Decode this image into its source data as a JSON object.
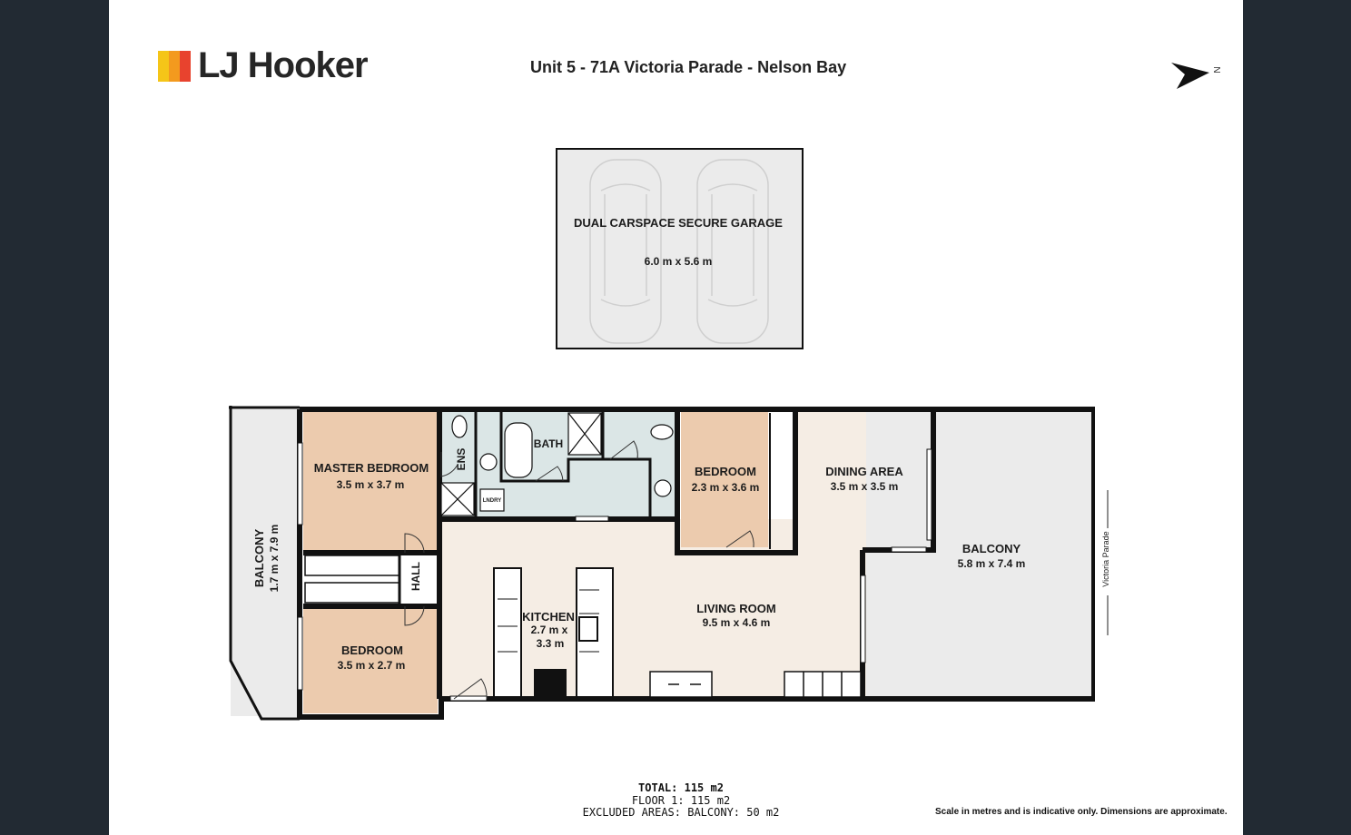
{
  "brand": {
    "name": "LJ Hooker",
    "colors": [
      "#f5c518",
      "#f39a1e",
      "#e8432e"
    ]
  },
  "title": "Unit 5 - 71A Victoria Parade - Nelson Bay",
  "compass": {
    "label": "N",
    "icon": "north-arrow-icon"
  },
  "rooms": {
    "garage": {
      "name": "DUAL CARSPACE SECURE GARAGE",
      "size": "6.0 m x 5.6 m"
    },
    "master_bedroom": {
      "name": "MASTER BEDROOM",
      "size": "3.5 m x 3.7 m"
    },
    "ens": {
      "name": "ENS"
    },
    "bath": {
      "name": "BATH"
    },
    "laundry": {
      "name": "LNDRY"
    },
    "bedroom_2": {
      "name": "BEDROOM",
      "size": "2.3 m x 3.6 m"
    },
    "dining": {
      "name": "DINING AREA",
      "size": "3.5 m x 3.5 m"
    },
    "balcony_east": {
      "name": "BALCONY",
      "size": "5.8 m x 7.4 m"
    },
    "balcony_west": {
      "name": "BALCONY",
      "size": "1.7 m x 7.9 m"
    },
    "hall": {
      "name": "HALL"
    },
    "kitchen": {
      "name": "KITCHEN",
      "size_line1": "2.7 m x",
      "size_line2": "3.3 m"
    },
    "living": {
      "name": "LIVING ROOM",
      "size": "9.5 m x 4.6 m"
    },
    "bedroom_3": {
      "name": "BEDROOM",
      "size": "3.5 m x 2.7 m"
    }
  },
  "street_label": "Victoria Parade",
  "totals": {
    "total": "TOTAL: 115 m2",
    "floor": "FLOOR 1: 115 m2",
    "excluded": "EXCLUDED AREAS: BALCONY: 50 m2"
  },
  "disclaimer": "Scale in metres and is indicative only. Dimensions are approximate."
}
